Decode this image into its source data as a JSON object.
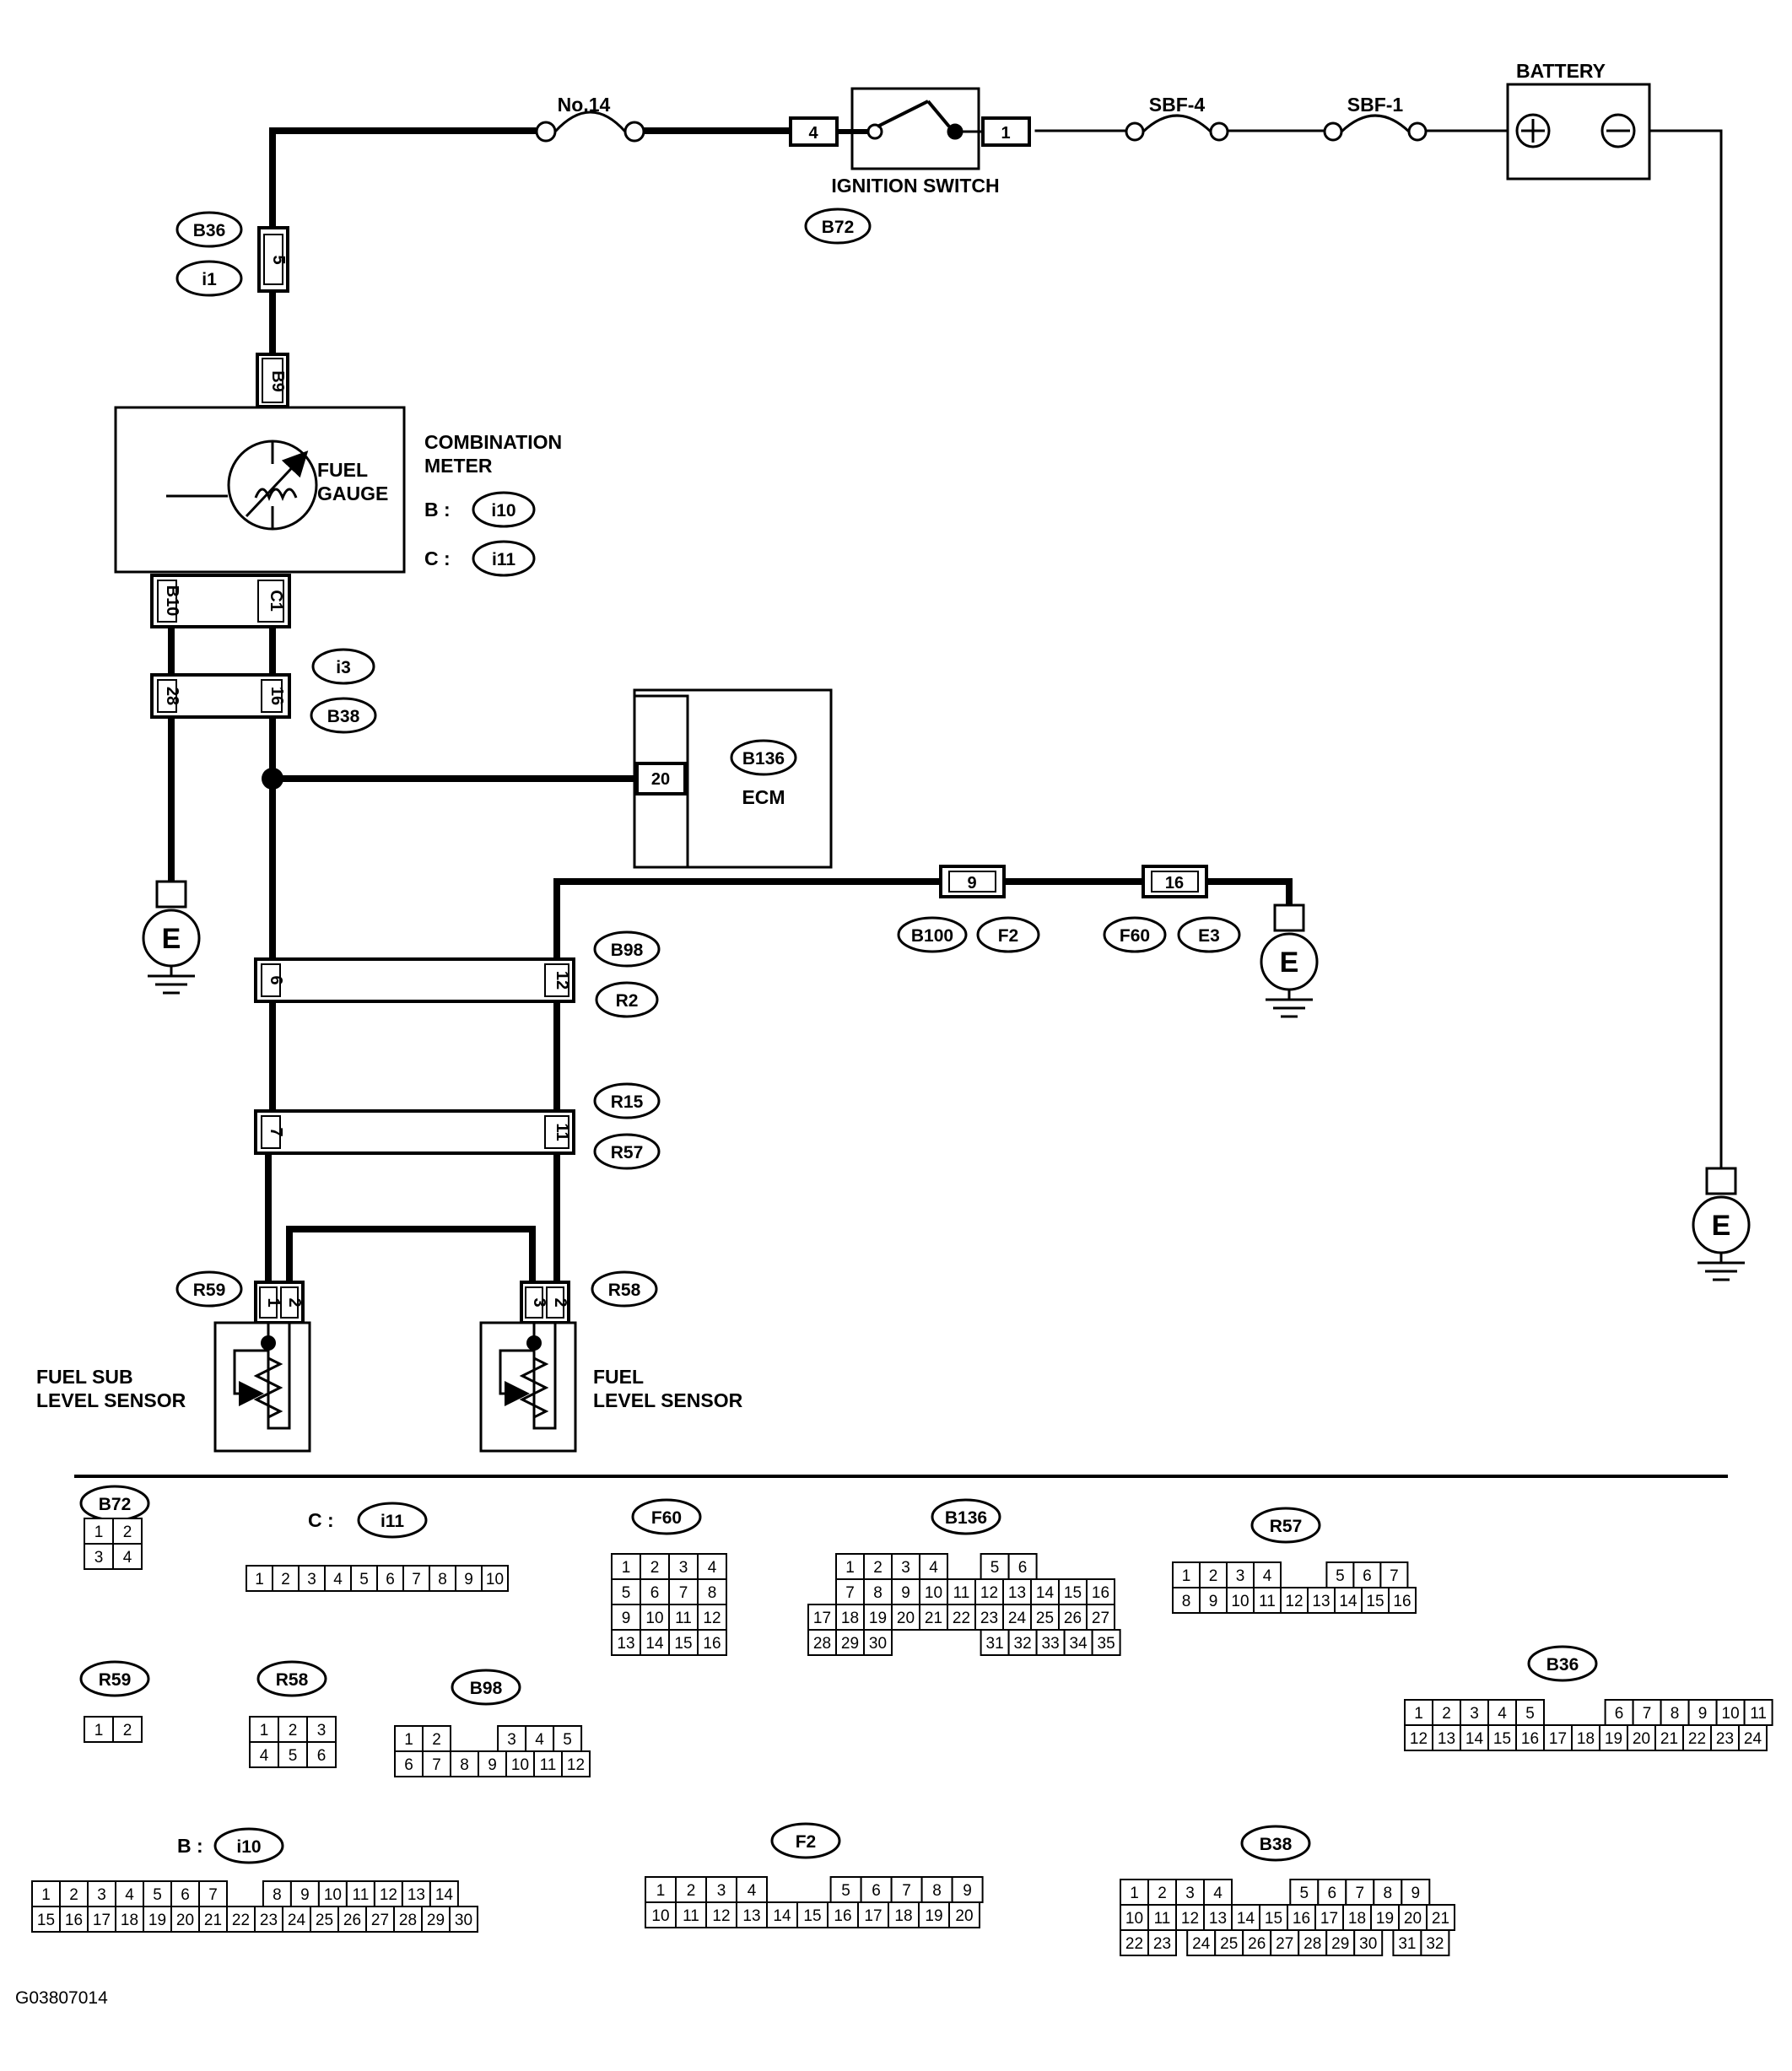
{
  "labels": {
    "battery": "BATTERY",
    "fuse14": "No.14",
    "sbf4": "SBF-4",
    "sbf1": "SBF-1",
    "ignition_switch": "IGNITION SWITCH",
    "combination_meter_1": "COMBINATION",
    "combination_meter_2": "METER",
    "fuel_gauge_1": "FUEL",
    "fuel_gauge_2": "GAUGE",
    "b_prefix": "B :",
    "c_prefix": "C :",
    "ecm": "ECM",
    "fuel_sub_sensor_1": "FUEL SUB",
    "fuel_sub_sensor_2": "LEVEL SENSOR",
    "fuel_sensor_1": "FUEL",
    "fuel_sensor_2": "LEVEL SENSOR",
    "ground": "E",
    "figure_id": "G03807014"
  },
  "connector_codes": {
    "b72": "B72",
    "b36": "B36",
    "i1": "i1",
    "i10": "i10",
    "i11": "i11",
    "i3": "i3",
    "b38": "B38",
    "b136": "B136",
    "b98": "B98",
    "r2": "R2",
    "r15": "R15",
    "r57": "R57",
    "r59": "R59",
    "r58": "R58",
    "b100": "B100",
    "f2": "F2",
    "f60": "F60",
    "e3": "E3"
  },
  "pins": {
    "ign_4": "4",
    "ign_1": "1",
    "b36_5": "5",
    "b9": "B9",
    "b10": "B10",
    "c1": "C1",
    "i3_28": "28",
    "i3_16": "16",
    "ecm_20": "20",
    "b100_9": "9",
    "f60_16": "16",
    "b98_6": "6",
    "b98_12": "12",
    "r15_7": "7",
    "r15_11": "11",
    "r59_1": "1",
    "r59_2": "2",
    "r58_3": "3",
    "r58_2": "2"
  },
  "legend": {
    "b72": {
      "code": "B72",
      "rows": [
        [
          "1",
          "2"
        ],
        [
          "3",
          "4"
        ]
      ]
    },
    "i11": {
      "prefix": "C :",
      "code": "i11",
      "rows": [
        [
          "1",
          "2",
          "3",
          "4",
          "5",
          "6",
          "7",
          "8",
          "9",
          "10"
        ]
      ]
    },
    "f60": {
      "code": "F60",
      "rows": [
        [
          "1",
          "2",
          "3",
          "4"
        ],
        [
          "5",
          "6",
          "7",
          "8"
        ],
        [
          "9",
          "10",
          "11",
          "12"
        ],
        [
          "13",
          "14",
          "15",
          "16"
        ]
      ]
    },
    "b136": {
      "code": "B136",
      "rows": [
        [
          "1",
          "2",
          "3",
          "4",
          "5",
          "6"
        ],
        [
          "7",
          "8",
          "9",
          "10",
          "11",
          "12",
          "13",
          "14",
          "15",
          "16"
        ],
        [
          "17",
          "18",
          "19",
          "20",
          "21",
          "22",
          "23",
          "24",
          "25",
          "26",
          "27"
        ],
        [
          "28",
          "29",
          "30",
          "31",
          "32",
          "33",
          "34",
          "35"
        ]
      ]
    },
    "r57": {
      "code": "R57",
      "rows": [
        [
          "1",
          "2",
          "3",
          "4",
          "5",
          "6",
          "7"
        ],
        [
          "8",
          "9",
          "10",
          "11",
          "12",
          "13",
          "14",
          "15",
          "16"
        ]
      ]
    },
    "r59": {
      "code": "R59",
      "rows": [
        [
          "1",
          "2"
        ]
      ]
    },
    "r58": {
      "code": "R58",
      "rows": [
        [
          "1",
          "2",
          "3"
        ],
        [
          "4",
          "5",
          "6"
        ]
      ]
    },
    "b98": {
      "code": "B98",
      "rows": [
        [
          "1",
          "2",
          "3",
          "4",
          "5"
        ],
        [
          "6",
          "7",
          "8",
          "9",
          "10",
          "11",
          "12"
        ]
      ]
    },
    "b36": {
      "code": "B36",
      "rows": [
        [
          "1",
          "2",
          "3",
          "4",
          "5",
          "6",
          "7",
          "8",
          "9",
          "10",
          "11"
        ],
        [
          "12",
          "13",
          "14",
          "15",
          "16",
          "17",
          "18",
          "19",
          "20",
          "21",
          "22",
          "23",
          "24"
        ]
      ]
    },
    "i10": {
      "prefix": "B :",
      "code": "i10",
      "rows": [
        [
          "1",
          "2",
          "3",
          "4",
          "5",
          "6",
          "7",
          "8",
          "9",
          "10",
          "11",
          "12",
          "13",
          "14"
        ],
        [
          "15",
          "16",
          "17",
          "18",
          "19",
          "20",
          "21",
          "22",
          "23",
          "24",
          "25",
          "26",
          "27",
          "28",
          "29",
          "30"
        ]
      ]
    },
    "f2": {
      "code": "F2",
      "rows": [
        [
          "1",
          "2",
          "3",
          "4",
          "5",
          "6",
          "7",
          "8",
          "9"
        ],
        [
          "10",
          "11",
          "12",
          "13",
          "14",
          "15",
          "16",
          "17",
          "18",
          "19",
          "20"
        ]
      ]
    },
    "b38": {
      "code": "B38",
      "rows": [
        [
          "1",
          "2",
          "3",
          "4",
          "5",
          "6",
          "7",
          "8",
          "9"
        ],
        [
          "10",
          "11",
          "12",
          "13",
          "14",
          "15",
          "16",
          "17",
          "18",
          "19",
          "20",
          "21"
        ],
        [
          "22",
          "23",
          "24",
          "25",
          "26",
          "27",
          "28",
          "29",
          "30",
          "31",
          "32"
        ]
      ]
    }
  }
}
